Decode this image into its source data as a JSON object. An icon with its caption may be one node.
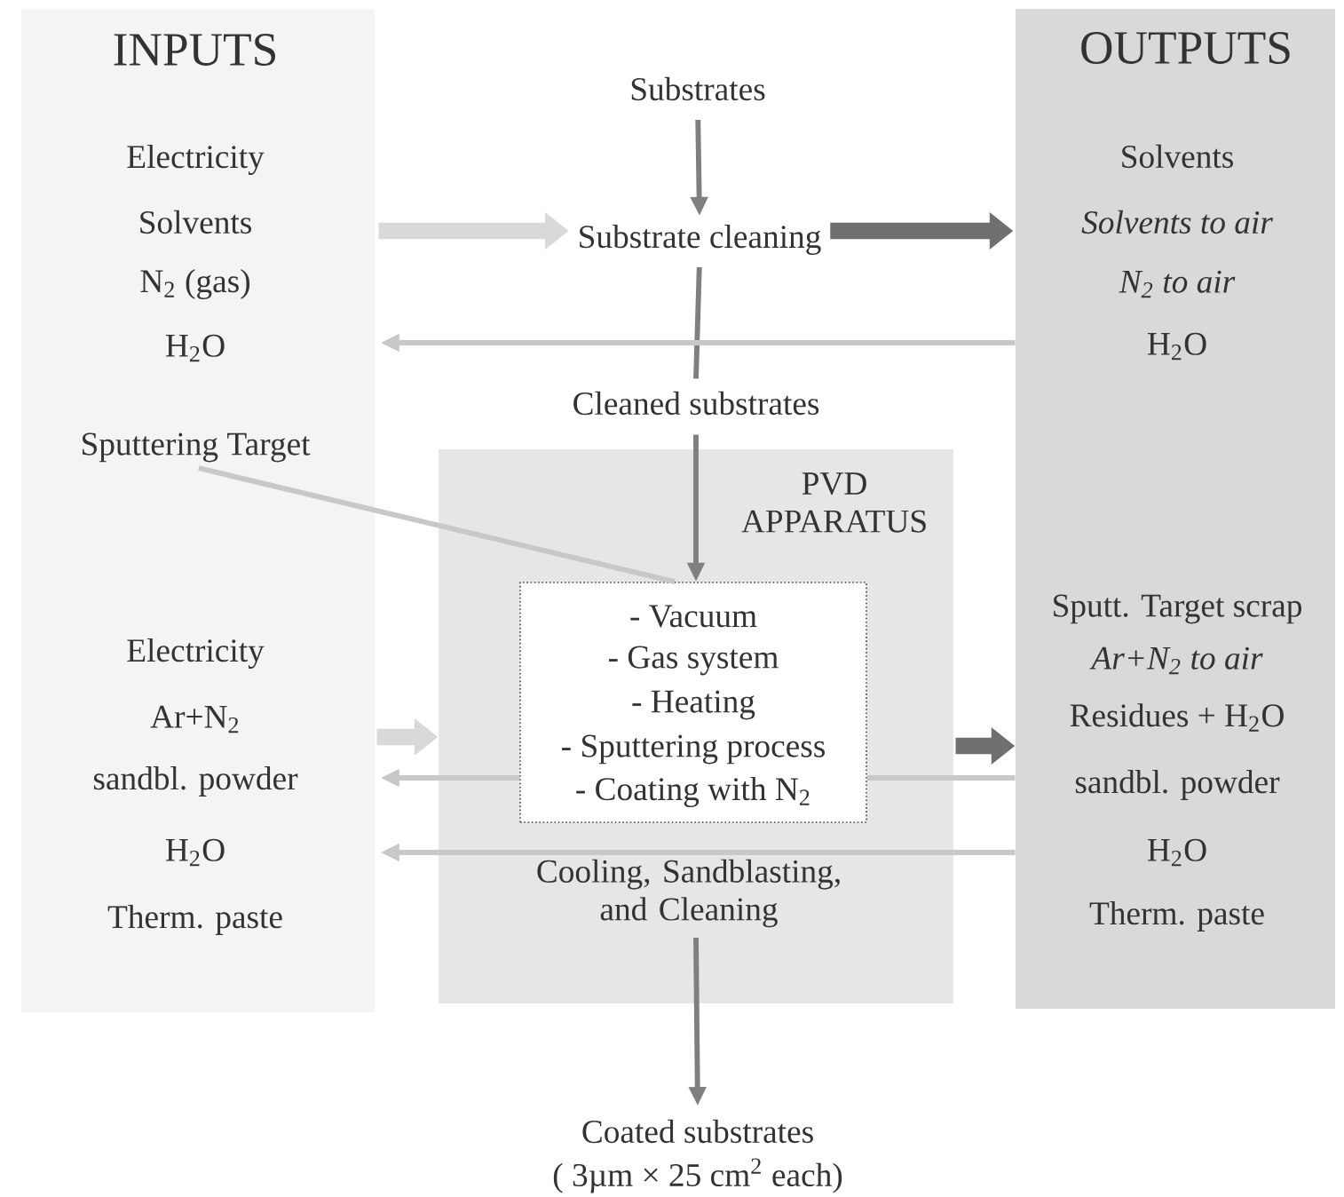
{
  "diagram": {
    "nodes": [
      {
        "text": [
          "INPUTS",
          "Electricity",
          "Solvents",
          "N$_{2}$ (gas)",
          "H$_{2}$O",
          "Electricity",
          "Ar+N$_{2}$",
          "sandbl. powder",
          "H$_{2}$O",
          "Therm. paste"
        ]
      },
      {
        "text": [
          "Sputtering Target"
        ],
        "in": 0
      },
      {
        "text": [
          "Substrates"
        ]
      },
      {
        "text": [
          "Substrate cleaning"
        ]
      },
      {
        "text": [
          "OUTPUTS",
          "Solvents",
          "Solvents to air",
          "N$_{2}$ to air",
          "H$_{2}$O",
          "Sputt. Target scrap",
          "Ar+N$_{2}$ to air",
          "Residues + H$_{2}$O",
          "sandbl. powder",
          "H$_{2}$O",
          "Therm. paste"
        ]
      },
      {
        "text": [
          "Cleaned substrates"
        ]
      },
      {
        "text": [
          "PVD APPARATUS",
          "Cooling, Sandblasting, and Cleaning"
        ]
      },
      {
        "text": [
          "- Vacuum",
          "- Gas system",
          "- Heating",
          "- Sputtering process",
          "- Coating with N$_{2}$"
        ],
        "in": 6
      },
      {
        "text": [
          "Coated substrates",
          "( 3µm × 25 cm$^{2}$ each)"
        ]
      }
    ],
    "edges": [
      {
        "from": 2,
        "to": 3,
        "arrow": "to",
        "color": "#7f7f7f"
      },
      {
        "from": 3,
        "to": 5,
        "arrow": "none",
        "color": "#7f7f7f"
      },
      {
        "from": 5,
        "to": 7,
        "arrow": "to",
        "color": "#7f7f7f"
      },
      {
        "from": 4,
        "to": 0,
        "arrow": "to"
      },
      {
        "from": 0,
        "to": 3,
        "arrow": "to",
        "style": "thick",
        "color": "#d9d9d9"
      },
      {
        "from": 3,
        "to": 4,
        "arrow": "to",
        "style": "thick",
        "color": "#707070"
      },
      {
        "from": 1,
        "to": 7,
        "arrow": "none"
      },
      {
        "from": 0,
        "to": 6,
        "arrow": "to",
        "style": "thick",
        "color": "#d9d9d9"
      },
      {
        "from": 6,
        "to": 4,
        "arrow": "to",
        "style": "thick",
        "color": "#707070"
      },
      {
        "from": 7,
        "to": 0,
        "arrow": "to"
      },
      {
        "from": 4,
        "to": 7,
        "arrow": "none"
      },
      {
        "from": 4,
        "to": 0,
        "arrow": "to"
      },
      {
        "from": 6,
        "to": 8,
        "arrow": "to",
        "color": "#7f7f7f"
      }
    ]
  }
}
